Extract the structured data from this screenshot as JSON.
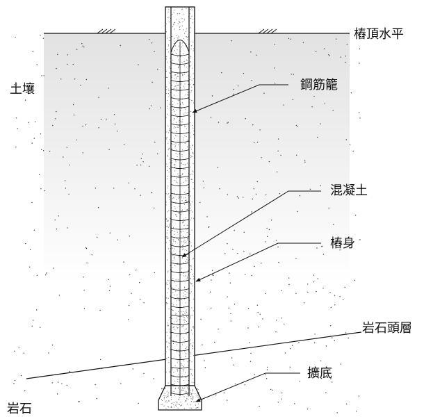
{
  "labels": {
    "pile_top_level": "樁頂水平",
    "soil": "土壤",
    "rebar_cage": "鋼筋籠",
    "concrete": "混凝土",
    "pile_shaft": "樁身",
    "rockhead": "岩石頭層",
    "underream": "擴底",
    "rock": "岩石"
  },
  "colors": {
    "soil_top": "#e2e2e2",
    "soil_bottom": "#ffffff",
    "line": "#111111",
    "dots": "#333333"
  }
}
